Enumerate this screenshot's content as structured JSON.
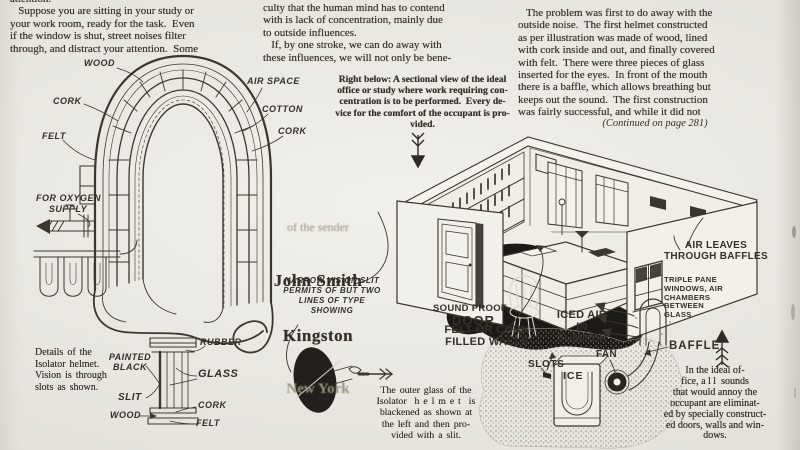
{
  "colors": {
    "paper": "#edebe4",
    "ink": "#35312a",
    "faded": "#97917f"
  },
  "article": {
    "col1": "attention.\n   Suppose you are sitting in your study or\nyour work room, ready for the task.  Even\nif the window is shut, street noises filter\nthrough, and distract your attention.  Some",
    "col2": "culty that the human mind has to contend\nwith is lack of concentration, mainly due\nto outside influences.\n   If, by one stroke, we can do away with\nthese influences, we will not only be bene-",
    "col3": "   The problem was first to do away with the\noutside noise.  The first helmet constructed\nas per illustration was made of wood, lined\nwith cork inside and out, and finally covered\nwith felt.  There were three pieces of glass\ninserted for the eyes.  In front of the mouth\nthere is a baffle, which allows breathing but\nkeeps out the sound.  The first construction\nwas fairly successful, and while it did not",
    "col3_continued": "(Continued on page 281)"
  },
  "captions": {
    "right_below": "Right below: A sectional view of the ideal\noffice or study where work requiring con-\ncentration is to be performed.  Every de-\nvice for the comfort of the occupant is pro-\nvided.",
    "slit_detail": "Details of the\nIsolator helmet.\nVision is through\nslots as shown.",
    "outer_glass": "The outer glass of the\nIsolator  h e l m e t  is\nblackened as shown at\nthe left and then pro-\nvided with a slit.",
    "ideal_office": "In the ideal of-\nfice, a l l  sounds\nthat would annoy the\noccupant are eliminat-\ned by specially construct-\ned doors, walls and win-\ndows."
  },
  "helmet": {
    "wood": "WOOD",
    "cork_outer": "CORK",
    "felt": "FELT",
    "air_space": "AIR SPACE",
    "cotton": "COTTON",
    "cork_inner": "CORK",
    "oxygen": "FOR OXYGEN\nSUPPLY"
  },
  "slit_detail": {
    "rubber": "RUBBER",
    "painted_black": "PAINTED\nBLACK",
    "glass": "GLASS",
    "slit": "SLIT",
    "wood": "WOOD",
    "cork": "CORK",
    "felt": "FELT"
  },
  "vision_demo": {
    "faded_top": "of the sender",
    "line1": "John Smith",
    "line2": "Kingston",
    "faded_bottom": "New York",
    "note": "NARROW VISION SLIT\nPERMITS OF BUT TWO\nLINES OF TYPE\nSHOWING"
  },
  "room": {
    "air_leaves": "AIR LEAVES\nTHROUGH BAFFLES",
    "sound_proof": "SOUND PROOF",
    "door": "DOOR",
    "felt_walls": "FELT OR CORK\nFILLED WALLS",
    "iced_air": "ICED AIR\nIN\nSUMMER",
    "triple_pane": "TRIPLE PANE\nWINDOWS, AIR\nCHAMBERS\nBETWEEN\nGLASS",
    "baffle": "BAFFLE",
    "fan": "FAN",
    "slots": "SLOTS",
    "ice": "ICE"
  }
}
